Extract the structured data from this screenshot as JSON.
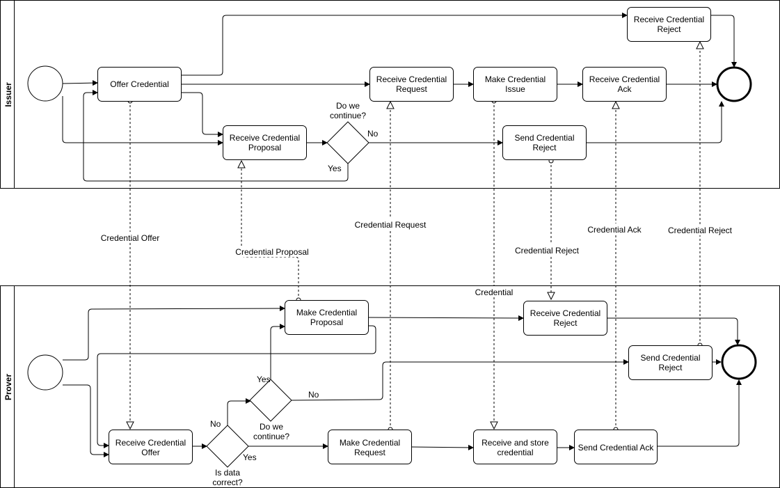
{
  "lanes": {
    "issuer": "Issuer",
    "prover": "Prover"
  },
  "issuer_tasks": {
    "offer_credential": [
      "Offer Credential"
    ],
    "receive_reject_top": [
      "Receive Credential",
      "Reject"
    ],
    "receive_request": [
      "Receive Credential",
      "Request"
    ],
    "make_issue": [
      "Make Credential",
      "Issue"
    ],
    "receive_ack": [
      "Receive Credential",
      "Ack"
    ],
    "receive_proposal": [
      "Receive Credential",
      "Proposal"
    ],
    "send_reject": [
      "Send Credential",
      "Reject"
    ]
  },
  "prover_tasks": {
    "make_proposal": [
      "Make Credential",
      "Proposal"
    ],
    "receive_reject": [
      "Receive Credential",
      "Reject"
    ],
    "send_reject": [
      "Send Credential",
      "Reject"
    ],
    "receive_offer": [
      "Receive Credential",
      "Offer"
    ],
    "make_request": [
      "Make Credential",
      "Request"
    ],
    "receive_store": [
      "Receive and store",
      "credential"
    ],
    "send_ack": [
      "Send Credential Ack"
    ]
  },
  "gateway_labels": {
    "issuer_continue": [
      "Do we",
      "continue?"
    ],
    "issuer_no": "No",
    "issuer_yes": "Yes",
    "prover_continue": [
      "Do we",
      "continue?"
    ],
    "prover_continue_yes": "Yes",
    "prover_continue_no": "No",
    "prover_correct": [
      "Is data",
      "correct?"
    ],
    "prover_correct_no": "No",
    "prover_correct_yes": "Yes"
  },
  "message_labels": {
    "credential_offer": "Credential Offer",
    "credential_proposal": "Credential Proposal",
    "credential_request": "Credential Request",
    "credential": "Credential",
    "credential_reject_issuer": "Credential Reject",
    "credential_ack": "Credential Ack",
    "credential_reject_prover": "Credential Reject"
  }
}
